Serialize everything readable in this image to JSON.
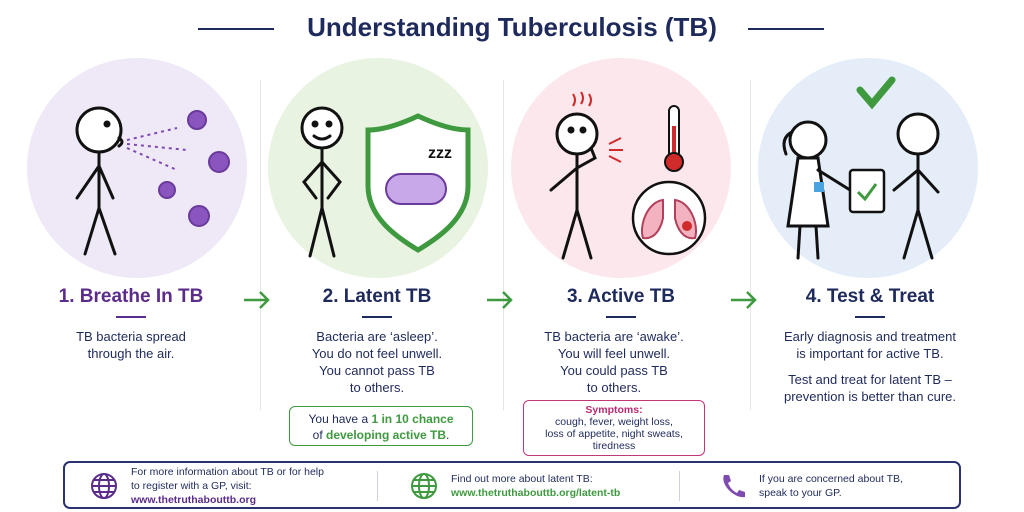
{
  "title": "Understanding Tuberculosis (TB)",
  "colors": {
    "navy": "#1f2a5c",
    "purple": "#5b2c8a",
    "green": "#3f9a3f",
    "magenta": "#b82a6e",
    "circle_1": "#efe9f7",
    "circle_2": "#e9f3e2",
    "circle_3": "#fbe7ec",
    "circle_4": "#e5edf8"
  },
  "stages": [
    {
      "title": "1. Breathe In TB",
      "lines": [
        "TB bacteria spread",
        "through the air."
      ],
      "icon": "person-breathing-bacteria-icon"
    },
    {
      "title": "2. Latent TB",
      "lines": [
        "Bacteria are ‘asleep’.",
        "You do not feel unwell.",
        "You cannot pass TB",
        "to others."
      ],
      "callout": {
        "pre": "You have a ",
        "highlight": "1 in 10 chance",
        "mid": "of ",
        "highlight2": "developing active TB",
        "post": "."
      },
      "icon": "sleeping-bacteria-shield-icon"
    },
    {
      "title": "3. Active TB",
      "lines": [
        "TB bacteria are ‘awake’.",
        "You will feel unwell.",
        "You could pass TB",
        "to others."
      ],
      "callout": {
        "heading": "Symptoms:",
        "lines": [
          "cough, fever, weight loss,",
          "loss of appetite, night sweats,",
          "tiredness"
        ]
      },
      "icon": "sick-person-lungs-thermometer-icon"
    },
    {
      "title": "4. Test & Treat",
      "lines": [
        "Early diagnosis and treatment",
        "is important for active TB."
      ],
      "lines2": [
        "Test and treat for latent TB –",
        "prevention is better than cure."
      ],
      "icon": "doctor-patient-checkmark-icon"
    }
  ],
  "footer": {
    "left": {
      "text1": "For more information about TB or for help",
      "text2": "to register with a GP, visit:",
      "link": "www.thetruthabouttb.org",
      "icon": "globe-icon"
    },
    "middle": {
      "text1": "Find out more about latent TB:",
      "link": "www.thetruthabouttb.org/latent-tb",
      "icon": "globe-icon"
    },
    "right": {
      "text1": "If you are concerned about TB,",
      "text2": "speak to your GP.",
      "icon": "phone-icon"
    }
  }
}
